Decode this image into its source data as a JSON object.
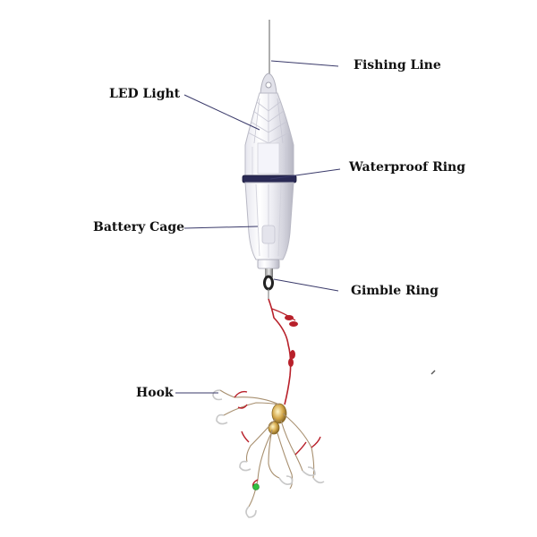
{
  "labels": {
    "fishing_line": "Fishing Line",
    "led_light": "LED Light",
    "waterproof_ring": "Waterproof Ring",
    "battery_cage": "Battery Cage",
    "gimble_ring": "Gimble Ring",
    "hook": "Hook"
  },
  "colors": {
    "leader_line": "#3a3a6a",
    "ring": "#2a2a55",
    "wire": "#b8202a",
    "hook_wire": "#a89070",
    "bead": "#30c040"
  }
}
